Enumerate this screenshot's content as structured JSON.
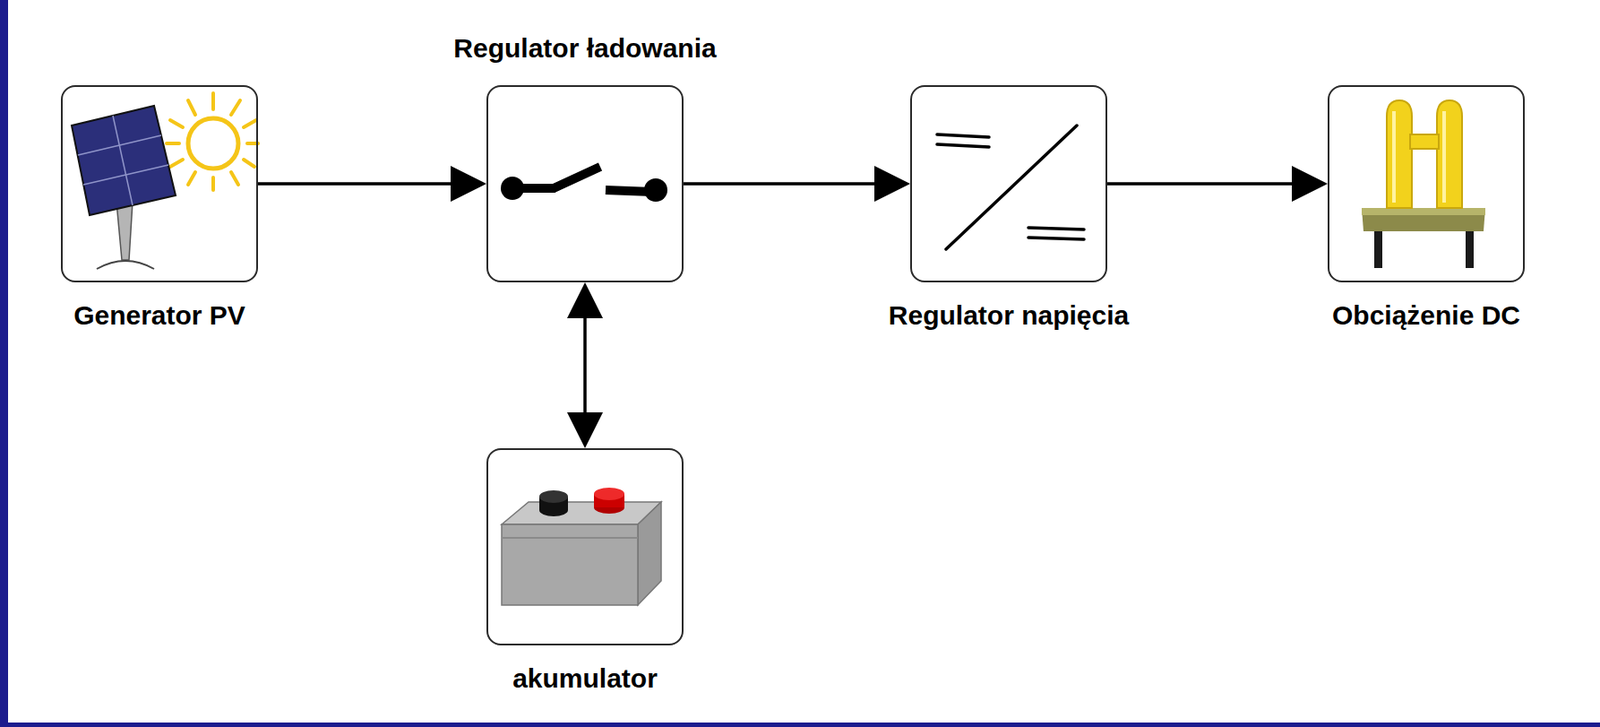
{
  "diagram": {
    "nodes": [
      {
        "text": [
          "Generator PV"
        ]
      },
      {
        "text": [
          "Regulator ładowania"
        ]
      },
      {
        "text": [
          "Regulator napięcia"
        ]
      },
      {
        "text": [
          "Obciążenie DC"
        ]
      },
      {
        "text": [
          "akumulator"
        ]
      }
    ],
    "edges": [
      {
        "from": 0,
        "to": 1,
        "arrow": "to"
      },
      {
        "from": 1,
        "to": 2,
        "arrow": "to"
      },
      {
        "from": 2,
        "to": 3,
        "arrow": "to"
      },
      {
        "from": 1,
        "to": 4,
        "arrow": "both"
      }
    ]
  }
}
